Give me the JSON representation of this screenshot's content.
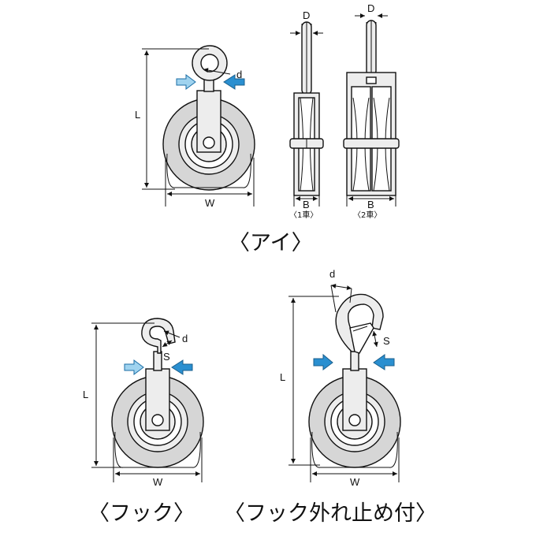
{
  "dims": {
    "L": "L",
    "W": "W",
    "D": "D",
    "d": "d",
    "B": "B",
    "S": "S"
  },
  "variants": {
    "single": "〈1車〉",
    "double": "〈2車〉"
  },
  "captions": {
    "eye": "〈アイ〉",
    "hook": "〈フック〉",
    "hook_latch": "〈フック外れ止め付〉"
  },
  "colors": {
    "arrow_blue": "#2a8fd0",
    "arrow_light": "#9fd3ef",
    "body_gray": "#d6d6d6",
    "line": "#111111"
  }
}
